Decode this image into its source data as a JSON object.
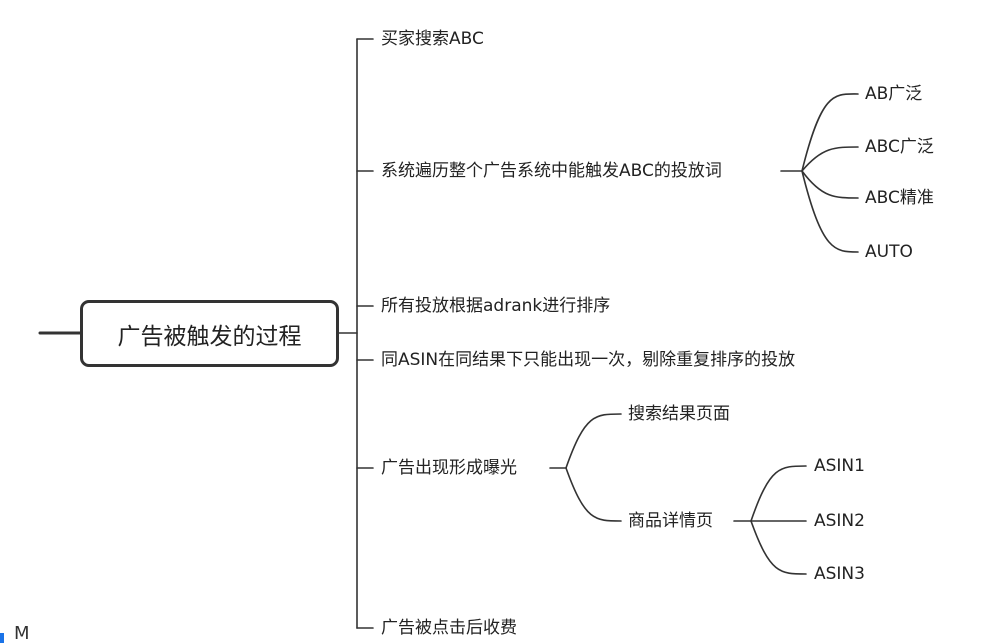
{
  "root": "广告被触发的过程",
  "branches": {
    "b1": "买家搜索ABC",
    "b2": "系统遍历整个广告系统中能触发ABC的投放词",
    "b3": "所有投放根据adrank进行排序",
    "b4": "同ASIN在同结果下只能出现一次，剔除重复排序的投放",
    "b5": "广告出现形成曝光",
    "b6": "广告被点击后收费"
  },
  "b2_children": [
    "AB广泛",
    "ABC广泛",
    "ABC精准",
    "AUTO"
  ],
  "b5_children": [
    "搜索结果页面",
    "商品详情页"
  ],
  "detail_children": [
    "ASIN1",
    "ASIN2",
    "ASIN3"
  ],
  "corner_fragment": "M",
  "colors": {
    "line": "#333333",
    "text": "#222222",
    "accent": "#1a73e8"
  }
}
